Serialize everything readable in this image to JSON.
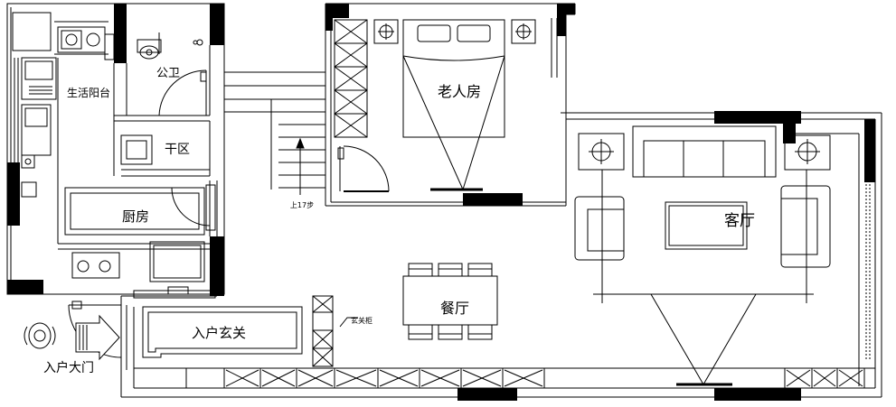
{
  "rooms": {
    "living_room": "客厅",
    "elderly_bedroom": "老人房",
    "dining_room": "餐厅",
    "kitchen": "厨房",
    "entry_foyer": "入户玄关",
    "main_door": "入户大门",
    "utility_balcony": "生活阳台",
    "public_wc": "公卫",
    "dry_area": "干区"
  },
  "annotations": {
    "stairs_up": "上17步",
    "foyer_cabinet": "玄关柜"
  }
}
